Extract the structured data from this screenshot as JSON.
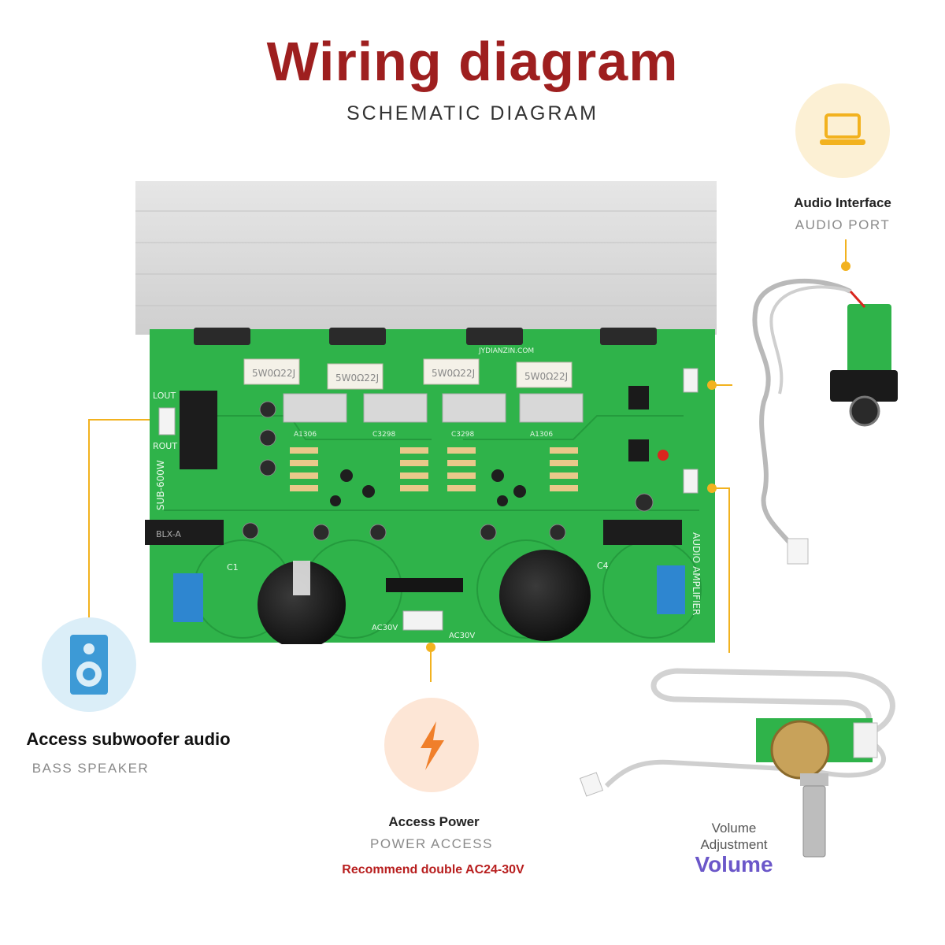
{
  "title": "Wiring diagram",
  "subtitle": "SCHEMATIC DIAGRAM",
  "colors": {
    "title": "#9e1f1f",
    "accent": "#f2b21f",
    "pcb": "#2fb34a",
    "warning": "#b81f1f",
    "volume": "#6b57c9"
  },
  "audio_interface": {
    "label": "Audio Interface",
    "sub": "AUDIO PORT",
    "icon": "laptop-icon"
  },
  "subwoofer": {
    "label": "Access subwoofer audio",
    "sub": "BASS SPEAKER",
    "icon": "speaker-icon"
  },
  "power": {
    "label": "Access Power",
    "sub": "POWER ACCESS",
    "note": "Recommend double AC24-30V",
    "icon": "lightning-icon"
  },
  "volume": {
    "line1": "Volume",
    "line2": "Adjustment",
    "big": "Volume"
  },
  "board": {
    "model": "SUB-600W",
    "resistors": [
      "5W0Ω22J",
      "5W0Ω22J",
      "5W0Ω22J",
      "5W0Ω22J"
    ],
    "transistors": [
      "A1306",
      "C3298",
      "C3298",
      "A1306"
    ],
    "ac_left": "AC30V",
    "ac_right": "AC30V",
    "cap_left": "C1",
    "cap_right": "C4",
    "lout": "LOUT",
    "rout": "ROUT",
    "side_text": "AUDIO AMPLIFIER",
    "relay": "BLX-A",
    "website": "JYDIANZIN.COM"
  }
}
